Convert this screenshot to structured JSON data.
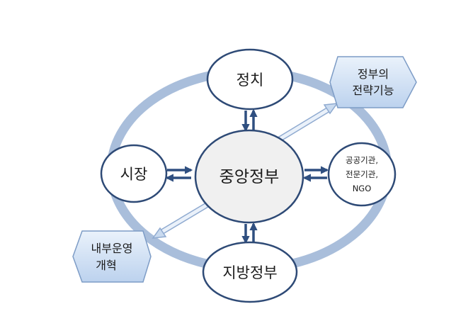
{
  "diagram": {
    "center": "중앙정부",
    "nodes": {
      "top": "정치",
      "bottom": "지방정부",
      "left": "시장",
      "right": [
        "공공기관,",
        "전문기관,",
        "NGO"
      ]
    },
    "badges": {
      "top_right": [
        "정부의",
        "전략기능"
      ],
      "bottom_left": [
        "내부운영",
        "개혁"
      ]
    },
    "colors": {
      "ring": "#a9bedb",
      "node_stroke": "#2e4a76",
      "center_fill": "#f0f0f0",
      "badge_fill": "#d3e2f4",
      "badge_stroke": "#7d9cc6",
      "arrow": "#2f4f80"
    }
  }
}
